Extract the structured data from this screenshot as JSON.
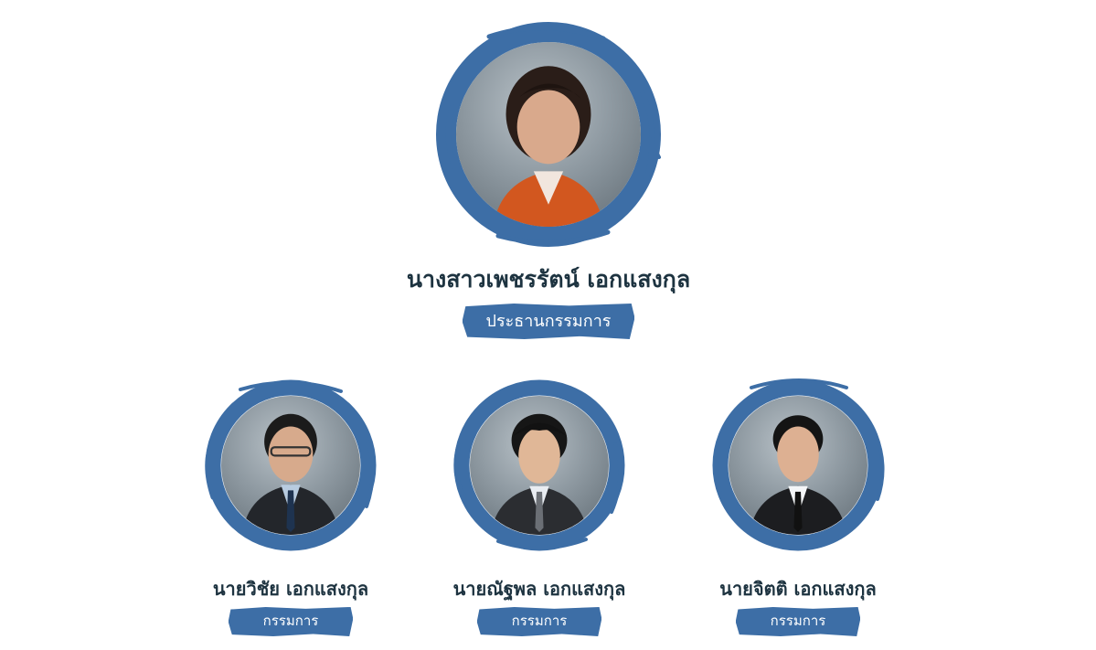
{
  "colors": {
    "frame_blue": "#3d6ea6",
    "name_text": "#1d3340",
    "role_bg": "#3d6ea6",
    "role_text": "#ffffff"
  },
  "chair": {
    "name": "นางสาวเพชรรัตน์ เอกแสงกุล",
    "role": "ประธานกรรมการ",
    "photo_alt": "portrait-photo"
  },
  "directors": [
    {
      "name": "นายวิชัย เอกแสงกุล",
      "role": "กรรมการ"
    },
    {
      "name": "นายณัฐพล เอกแสงกุล",
      "role": "กรรมการ"
    },
    {
      "name": "นายจิตติ เอกแสงกุล",
      "role": "กรรมการ"
    }
  ]
}
